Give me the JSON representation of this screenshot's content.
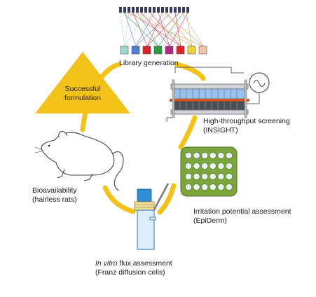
{
  "diagram": {
    "accent_color": "#f2c21a",
    "triangle": {
      "line1": "Successful",
      "line2": "formulation"
    },
    "library_generation": "Library generation",
    "hts": {
      "line1": "High-throughput screening",
      "line2": "(INSIGHT)"
    },
    "bioavailability": {
      "line1": "Bioavailability",
      "line2": "(hairless rats)"
    },
    "irritation": {
      "line1": "Irritation potential assessment",
      "line2": "(EpiDerm)"
    },
    "flux": {
      "line1_italic": "In vitro",
      "line1_rest": " flux assessment",
      "line2": "(Franz diffusion cells)"
    },
    "library_square_colors": [
      "#9fd8cf",
      "#4d7bd6",
      "#d8232a",
      "#2d9a45",
      "#b02882",
      "#e2202a",
      "#f2d23a",
      "#f7c6a4"
    ],
    "icons": [
      "rat-icon",
      "franz-cell-icon",
      "epiderm-plate-icon",
      "screening-device-icon",
      "library-network-icon"
    ]
  }
}
